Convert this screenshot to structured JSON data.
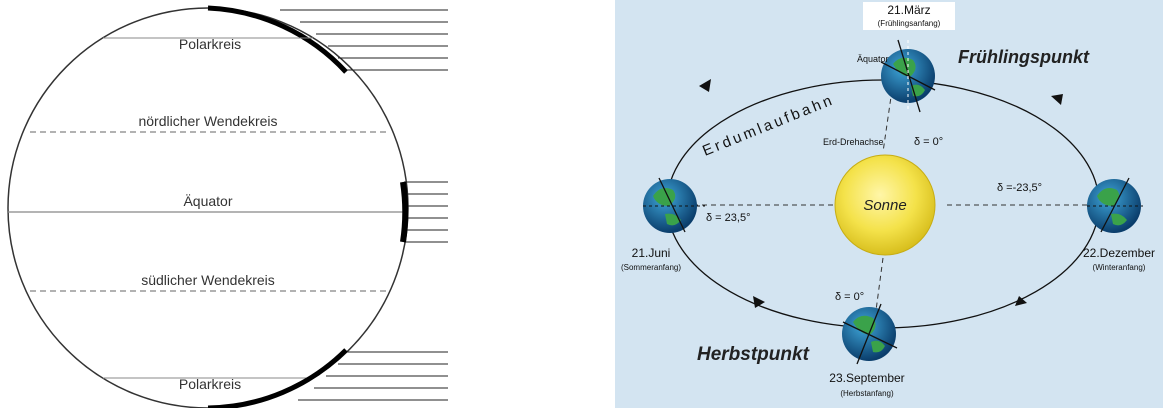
{
  "left_diagram": {
    "labels": {
      "polar_north": "Polarkreis",
      "tropic_north": "nördlicher Wendekreis",
      "equator": "Äquator",
      "tropic_south": "südlicher Wendekreis",
      "polar_south": "Polarkreis"
    },
    "colors": {
      "line": "#333333",
      "dashed": "#555555",
      "band": "#000000"
    }
  },
  "right_diagram": {
    "background": "#d3e4f1",
    "orbit_label": "Erdumlaufbahn",
    "sun": {
      "label": "Sonne",
      "color": "#f4e24a"
    },
    "spring": {
      "date": "21.März",
      "sub": "(Frühlingsanfang)",
      "point": "Frühlingspunkt",
      "aquator": "Äquator",
      "axis": "Erd-Drehachse",
      "delta": "δ = 0°"
    },
    "summer": {
      "date": "21.Juni",
      "sub": "(Sommeranfang)",
      "delta": "δ = 23,5°"
    },
    "winter": {
      "date": "22.Dezember",
      "sub": "(Winteranfang)",
      "delta": "δ =-23,5°"
    },
    "autumn": {
      "date": "23.September",
      "sub": "(Herbstanfang)",
      "point": "Herbstpunkt",
      "delta": "δ = 0°"
    }
  }
}
